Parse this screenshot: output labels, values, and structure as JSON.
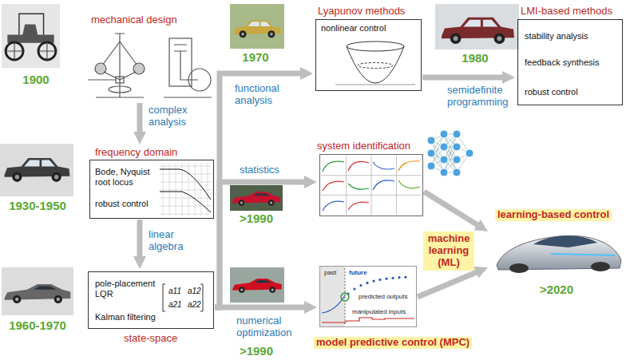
{
  "diagram": {
    "nodes": [
      {
        "text": [
          "mechanical design"
        ]
      },
      {
        "text": [
          "Lyapunov methods",
          "nonlinear control"
        ]
      },
      {
        "text": [
          "LMI-based methods",
          "stability analysis",
          "feedback synthesis",
          "robust control"
        ]
      },
      {
        "text": [
          "frequency domain",
          "Bode, Nyquist root locus",
          "robust control"
        ]
      },
      {
        "text": [
          "system identification"
        ]
      },
      {
        "text": [
          "learning-based control"
        ]
      },
      {
        "text": [
          "state-space",
          "pole-placement LQR",
          "a11",
          "a12",
          "a21",
          "a22",
          "Kalman filtering"
        ]
      },
      {
        "text": [
          "model predictive control (MPC)",
          "past",
          "future",
          "predicted outputs",
          "manipulated inputs"
        ]
      }
    ],
    "edges": [
      {
        "from": 0,
        "to": 3,
        "arrow": "to",
        "label": "complex analysis"
      },
      {
        "from": 3,
        "to": 6,
        "arrow": "to",
        "label": "linear algebra"
      },
      {
        "from": 6,
        "to": 1,
        "arrow": "to",
        "label": "functional analysis"
      },
      {
        "from": 6,
        "to": 4,
        "arrow": "to",
        "label": "statistics"
      },
      {
        "from": 6,
        "to": 7,
        "arrow": "to",
        "label": "numerical optimization"
      },
      {
        "from": 1,
        "to": 2,
        "arrow": "to",
        "label": "semidefinite programming"
      },
      {
        "from": 4,
        "to": 5,
        "arrow": "to"
      },
      {
        "from": 7,
        "to": 5,
        "arrow": "to"
      }
    ],
    "labels": [
      "1900",
      "1970",
      "1980",
      "1930-1950",
      ">1990",
      "machine learning (ML)",
      ">2020",
      "1960-1970",
      ">1990"
    ]
  }
}
